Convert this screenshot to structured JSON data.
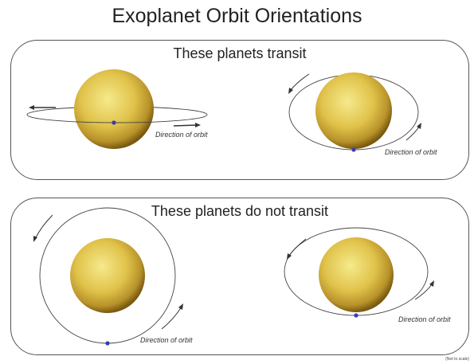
{
  "title": "Exoplanet Orbit Orientations",
  "panels": {
    "transit": {
      "heading": "These planets transit",
      "edge_on_label": "Direction of orbit",
      "tilted_label": "Direction of orbit"
    },
    "no_transit": {
      "heading": "These planets do not transit",
      "face_on_label": "Direction of orbit",
      "tilted_label": "Direction of orbit"
    }
  },
  "scale_note": "(Not to scale)",
  "colors": {
    "star_core": "#f2e27a",
    "star_mid": "#d9b93c",
    "star_edge": "#8a6a12",
    "planet": "#3b3bb0",
    "orbit": "#444444"
  },
  "icons": [
    "star-icon",
    "planet-icon",
    "orbit-direction-arrow-icon"
  ]
}
